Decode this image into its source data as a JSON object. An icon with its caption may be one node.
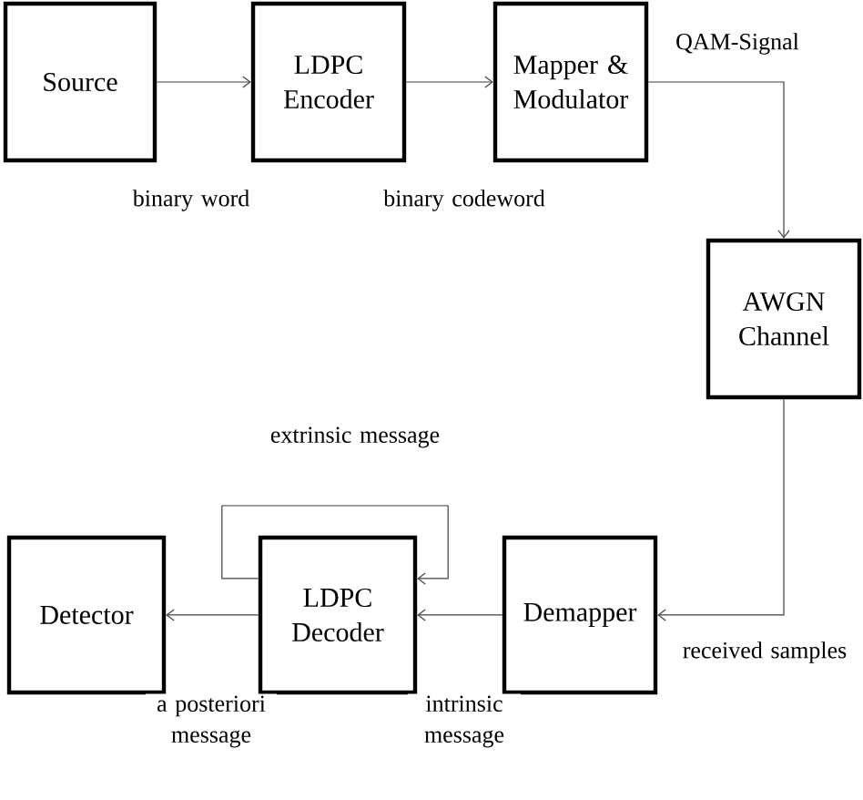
{
  "diagram": {
    "nodes": [
      {
        "text": [
          "Source"
        ]
      },
      {
        "text": [
          "LDPC Encoder"
        ]
      },
      {
        "text": [
          "Mapper & Modulator"
        ]
      },
      {
        "text": [
          "AWGN Channel"
        ]
      },
      {
        "text": [
          "Demapper"
        ]
      },
      {
        "text": [
          "LDPC Decoder"
        ]
      },
      {
        "text": [
          "Detector"
        ]
      }
    ],
    "edges": [
      {
        "from": 0,
        "to": 1,
        "arrow": "to",
        "label": "binary word"
      },
      {
        "from": 1,
        "to": 2,
        "arrow": "to",
        "label": "binary codeword"
      },
      {
        "from": 2,
        "to": 3,
        "arrow": "to",
        "label": "QAM-Signal"
      },
      {
        "from": 3,
        "to": 4,
        "arrow": "to",
        "label": "received samples"
      },
      {
        "from": 4,
        "to": 5,
        "arrow": "to",
        "label": "intrinsic message"
      },
      {
        "from": 5,
        "to": 5,
        "arrow": "to",
        "label": "extrinsic message"
      },
      {
        "from": 5,
        "to": 6,
        "arrow": "to",
        "label": "a posteriori message"
      }
    ]
  }
}
